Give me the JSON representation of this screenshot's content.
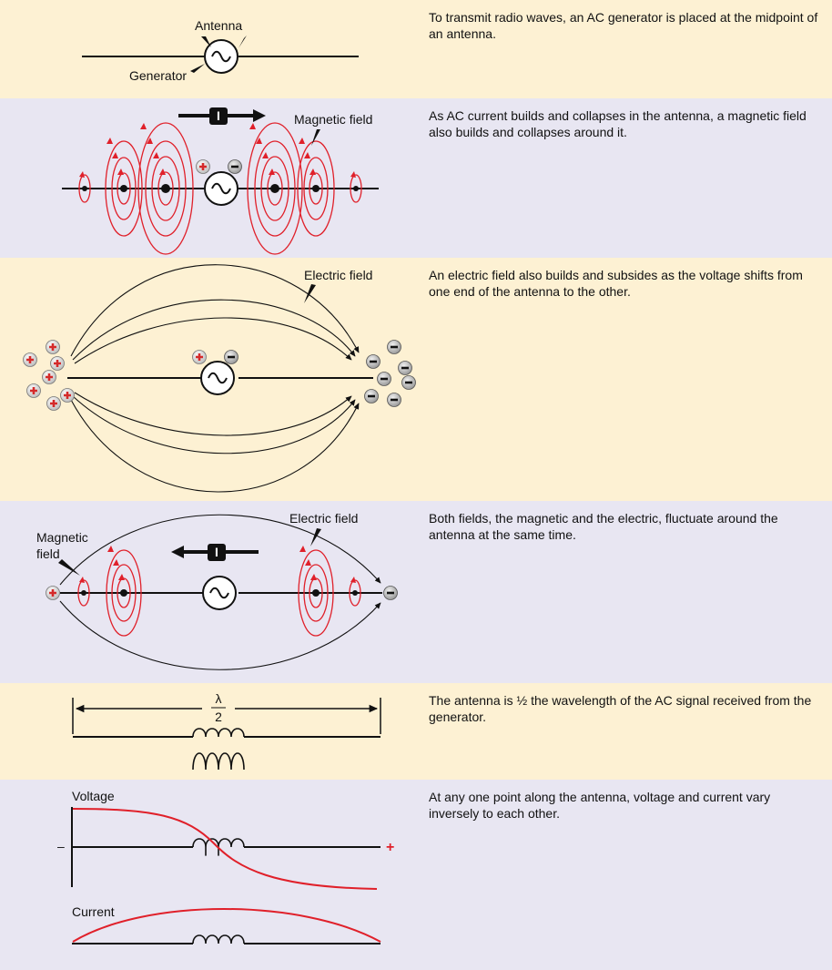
{
  "panels": [
    {
      "description": "To transmit radio waves, an AC generator is placed at the midpoint of an antenna.",
      "labels": {
        "antenna": "Antenna",
        "generator": "Generator"
      }
    },
    {
      "description": "As AC current builds and collapses in the antenna, a magnetic field also builds and collapses around it.",
      "labels": {
        "magnetic_field": "Magnetic field",
        "current_symbol": "I"
      }
    },
    {
      "description": "An electric field also builds and subsides as the voltage shifts from one end of the antenna to the other.",
      "labels": {
        "electric_field": "Electric field"
      }
    },
    {
      "description": "Both fields, the magnetic and the electric, fluctuate around the antenna at the same time.",
      "labels": {
        "electric_field": "Electric field",
        "magnetic_field_line1": "Magnetic",
        "magnetic_field_line2": "field",
        "current_symbol": "I"
      }
    },
    {
      "description": "The antenna is ½ the wavelength of the AC signal received from the generator.",
      "labels": {
        "lambda": "λ",
        "denominator": "2"
      }
    },
    {
      "description": "At any one point along the antenna, voltage and current vary inversely to each other.",
      "labels": {
        "voltage": "Voltage",
        "current": "Current",
        "minus": "–",
        "plus": "+"
      }
    }
  ],
  "colors": {
    "cream_background": "#fdf1d3",
    "lavender_background": "#e8e6f2",
    "field_red": "#e0202a",
    "charge_plus": "#d42a2a",
    "ink": "#111111"
  },
  "icons": [
    "ac-generator-icon",
    "positive-charge-icon",
    "negative-charge-icon",
    "current-arrow-icon",
    "coil-icon"
  ]
}
